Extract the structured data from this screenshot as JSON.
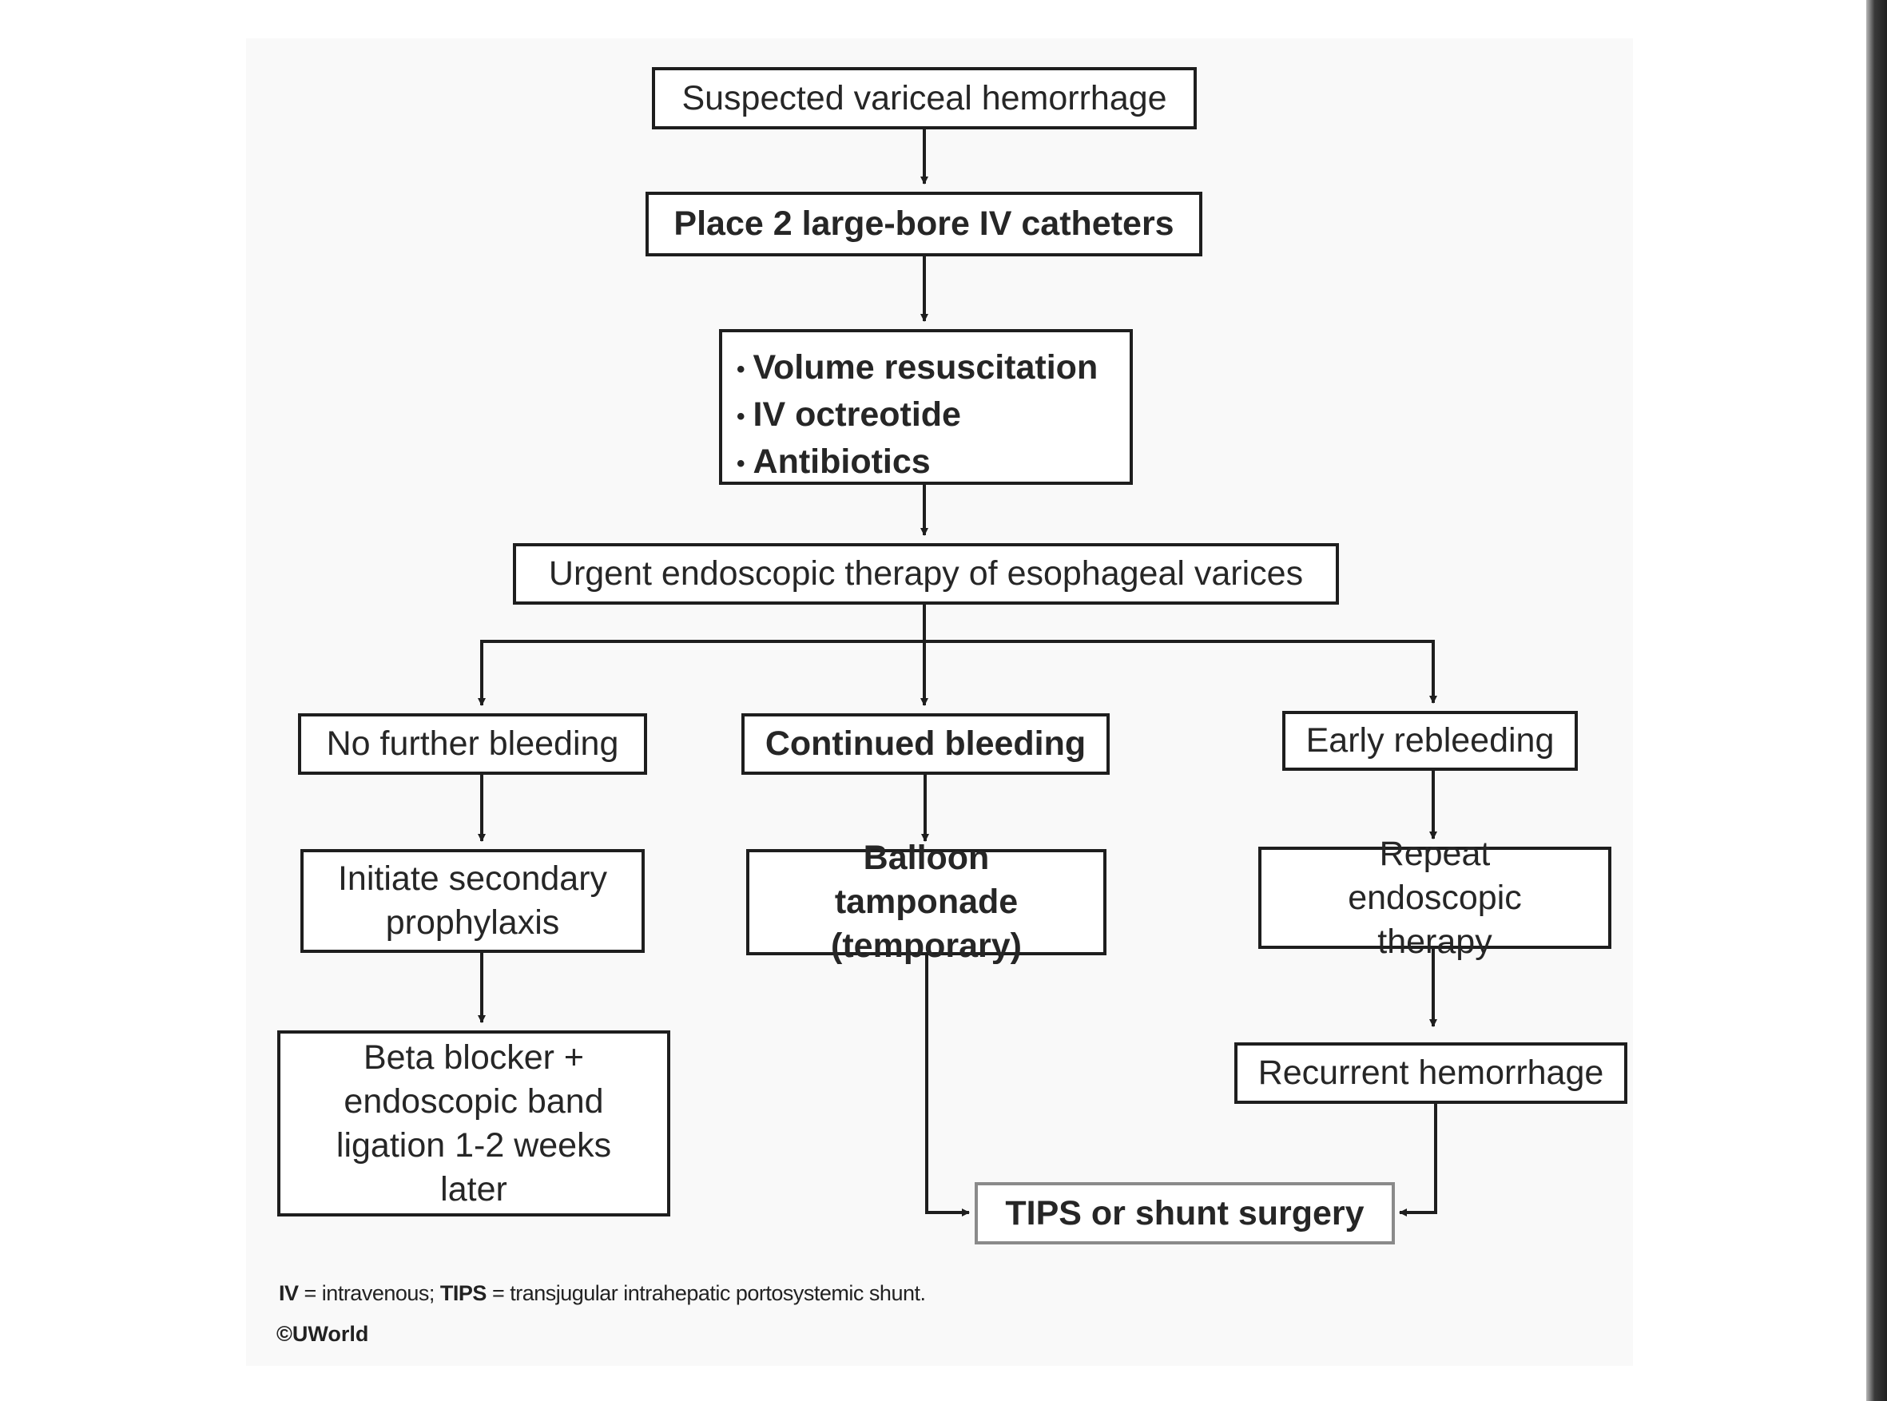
{
  "nodes": {
    "suspected": "Suspected variceal hemorrhage",
    "catheters": "Place 2 large-bore IV catheters",
    "initial_steps": [
      "Volume resuscitation",
      "IV octreotide",
      "Antibiotics"
    ],
    "endoscopic_therapy": "Urgent endoscopic therapy of esophageal varices",
    "no_further_bleeding": "No further bleeding",
    "continued_bleeding": "Continued bleeding",
    "early_rebleeding": "Early rebleeding",
    "secondary_prophylaxis": "Initiate secondary prophylaxis",
    "balloon_tamponade": "Balloon tamponade (temporary)",
    "repeat_endoscopic": "Repeat endoscopic therapy",
    "beta_blocker": "Beta blocker + endoscopic band ligation 1-2 weeks later",
    "recurrent_hemorrhage": "Recurrent hemorrhage",
    "tips": "TIPS or shunt surgery"
  },
  "footnote": {
    "iv_abbr": "IV",
    "iv_def": "= intravenous;",
    "tips_abbr": "TIPS",
    "tips_def": "= transjugular intrahepatic portosystemic shunt."
  },
  "copyright": "©UWorld"
}
